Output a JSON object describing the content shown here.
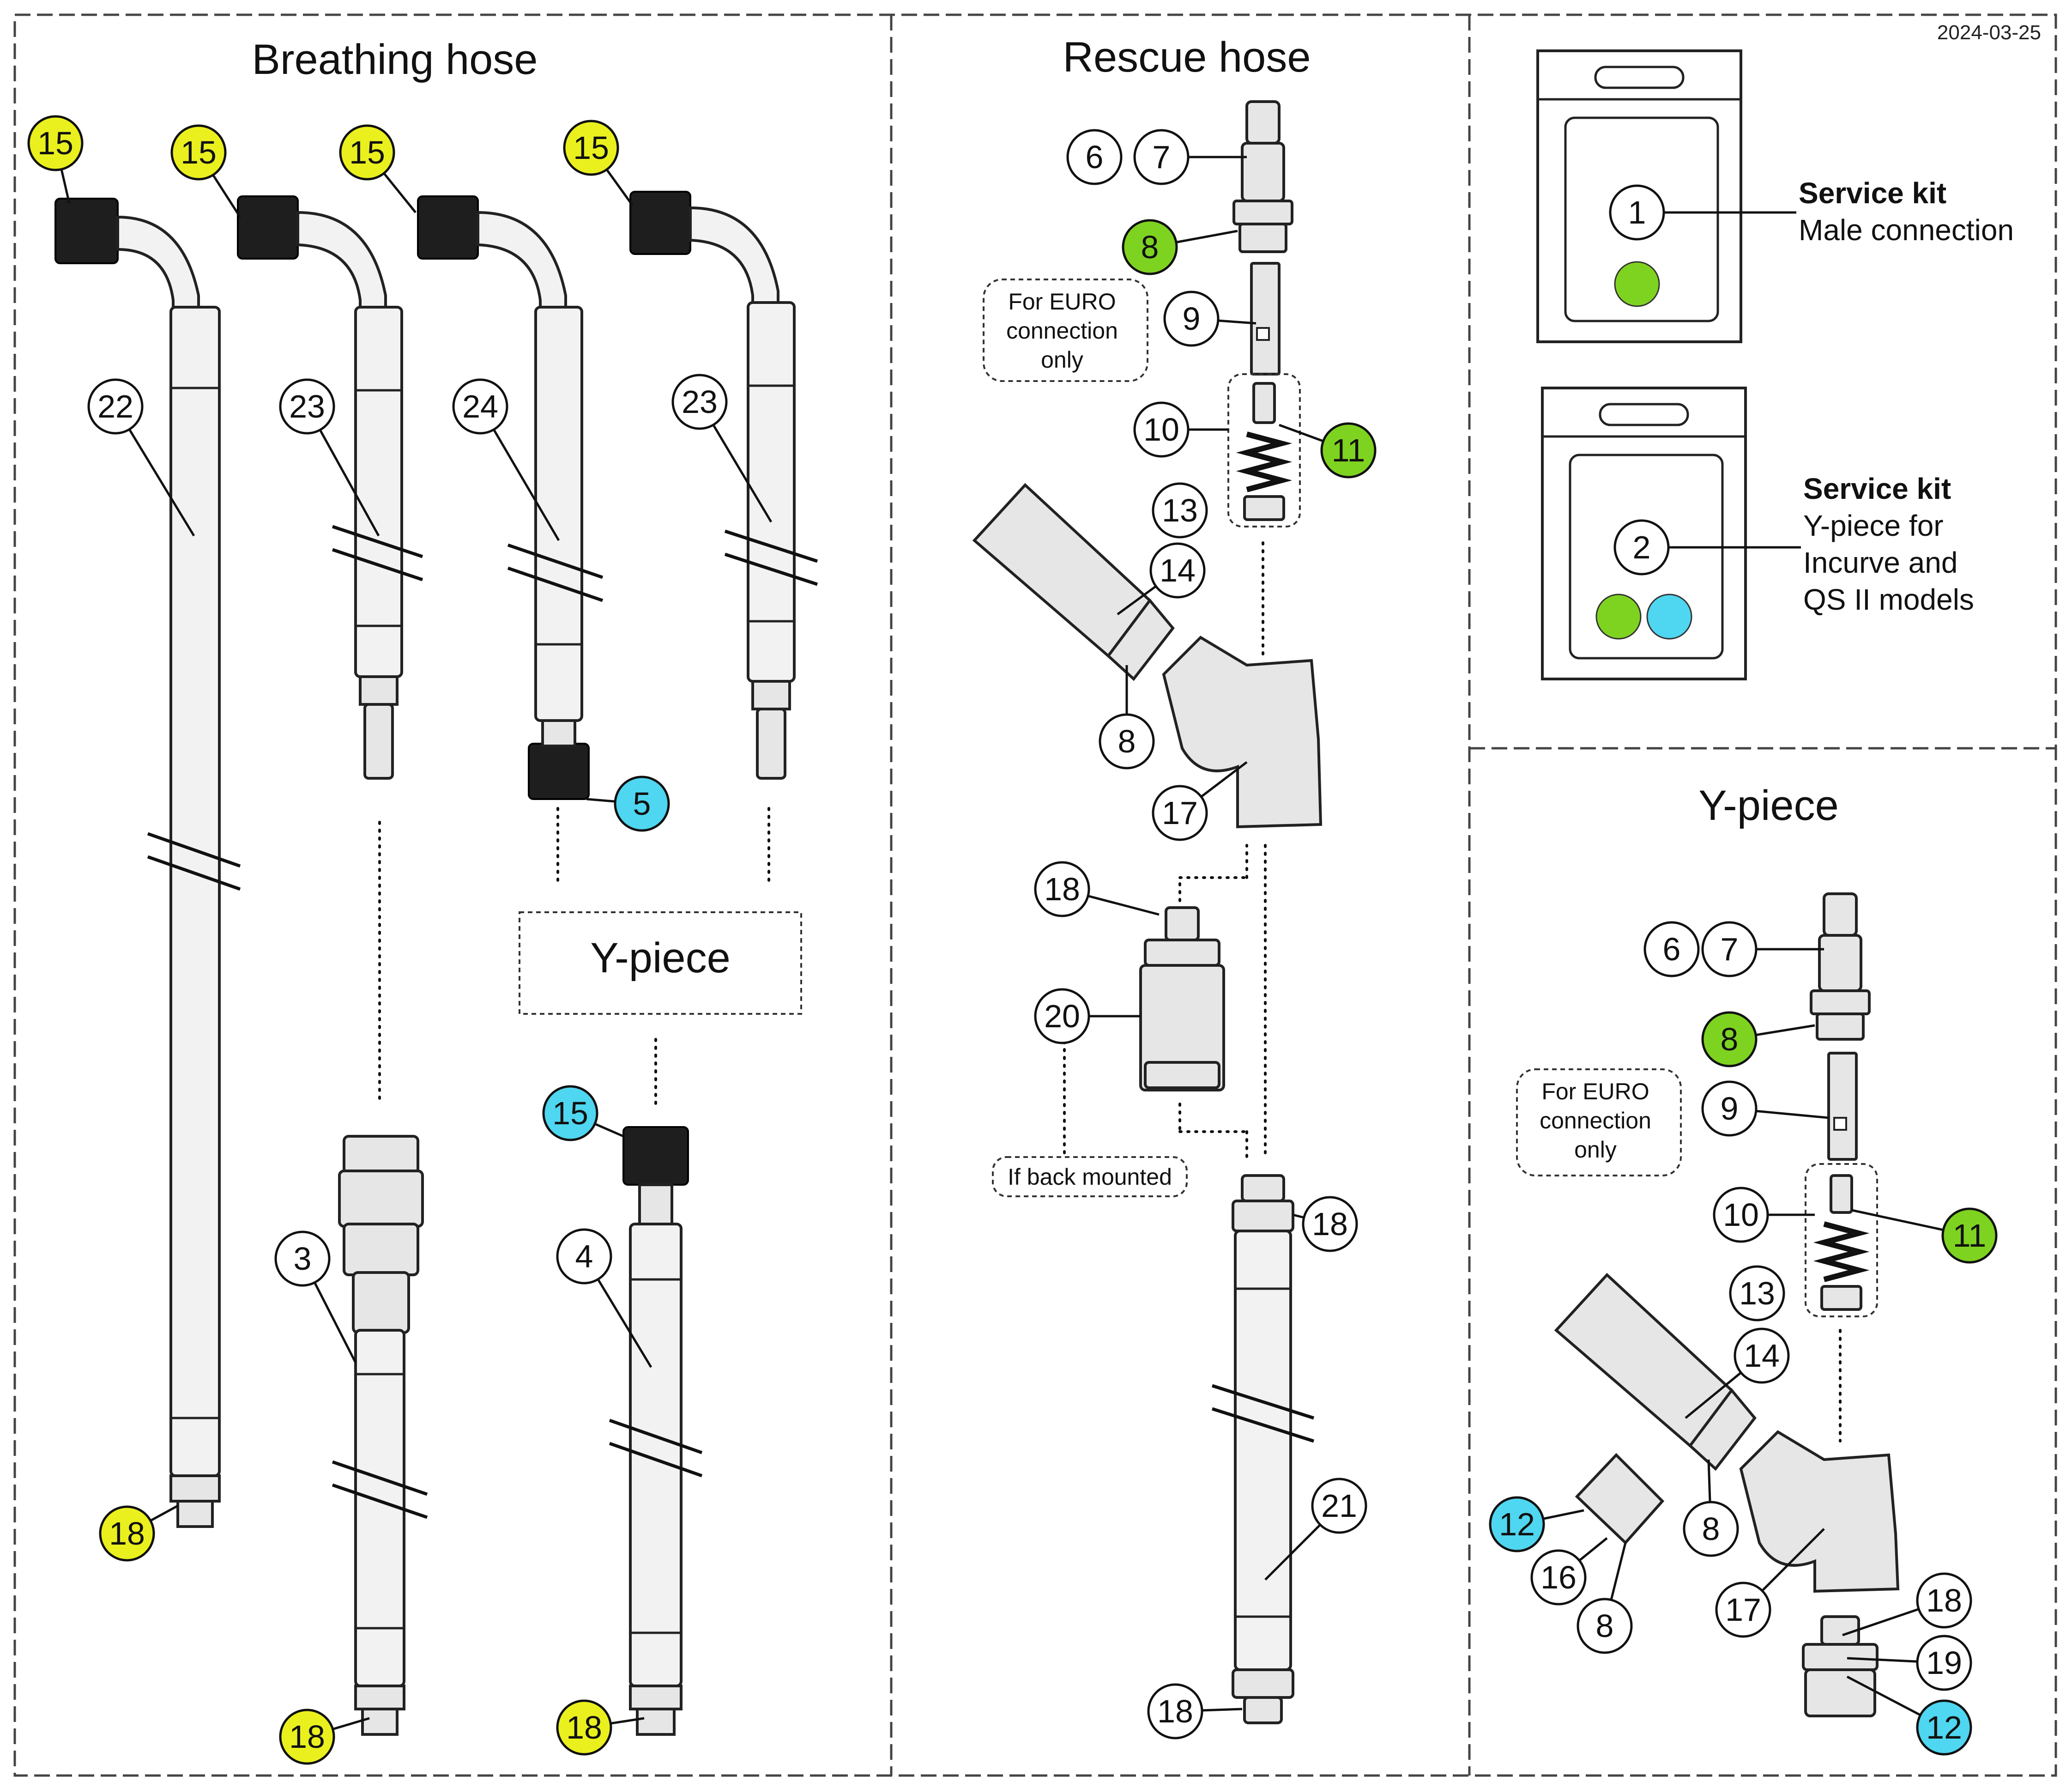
{
  "date": "2024-03-25",
  "titles": {
    "breathing_hose": "Breathing hose",
    "rescue_hose": "Rescue hose",
    "y_piece": "Y-piece"
  },
  "box_labels": {
    "y_piece": "Y-piece"
  },
  "notes": {
    "euro_1": "For EURO",
    "euro_2": "connection",
    "euro_3": "only",
    "back_mounted": "If back mounted"
  },
  "kits": [
    {
      "title": "Service kit",
      "lines": [
        "Male connection"
      ]
    },
    {
      "title": "Service kit",
      "lines": [
        "Y-piece for",
        "Incurve and",
        "QS II models"
      ]
    }
  ],
  "colors": {
    "yellow": "#eaf01e",
    "green": "#7ed321",
    "cyan": "#4fd6f0",
    "white": "#ffffff"
  },
  "callouts": [
    {
      "n": "15",
      "c": "yellow"
    },
    {
      "n": "15",
      "c": "yellow"
    },
    {
      "n": "15",
      "c": "yellow"
    },
    {
      "n": "15",
      "c": "yellow"
    },
    {
      "n": "22",
      "c": "white"
    },
    {
      "n": "23",
      "c": "white"
    },
    {
      "n": "24",
      "c": "white"
    },
    {
      "n": "23",
      "c": "white"
    },
    {
      "n": "5",
      "c": "cyan"
    },
    {
      "n": "3",
      "c": "white"
    },
    {
      "n": "15",
      "c": "cyan"
    },
    {
      "n": "4",
      "c": "white"
    },
    {
      "n": "18",
      "c": "yellow"
    },
    {
      "n": "18",
      "c": "yellow"
    },
    {
      "n": "18",
      "c": "yellow"
    },
    {
      "n": "6",
      "c": "white"
    },
    {
      "n": "7",
      "c": "white"
    },
    {
      "n": "8",
      "c": "green"
    },
    {
      "n": "9",
      "c": "white"
    },
    {
      "n": "10",
      "c": "white"
    },
    {
      "n": "11",
      "c": "green"
    },
    {
      "n": "13",
      "c": "white"
    },
    {
      "n": "14",
      "c": "white"
    },
    {
      "n": "8",
      "c": "white"
    },
    {
      "n": "17",
      "c": "white"
    },
    {
      "n": "18",
      "c": "white"
    },
    {
      "n": "20",
      "c": "white"
    },
    {
      "n": "18",
      "c": "white"
    },
    {
      "n": "21",
      "c": "white"
    },
    {
      "n": "18",
      "c": "white"
    },
    {
      "n": "1",
      "c": "white"
    },
    {
      "n": "2",
      "c": "white"
    },
    {
      "n": "6",
      "c": "white"
    },
    {
      "n": "7",
      "c": "white"
    },
    {
      "n": "8",
      "c": "green"
    },
    {
      "n": "9",
      "c": "white"
    },
    {
      "n": "10",
      "c": "white"
    },
    {
      "n": "11",
      "c": "green"
    },
    {
      "n": "13",
      "c": "white"
    },
    {
      "n": "14",
      "c": "white"
    },
    {
      "n": "12",
      "c": "cyan"
    },
    {
      "n": "8",
      "c": "white"
    },
    {
      "n": "16",
      "c": "white"
    },
    {
      "n": "8",
      "c": "white"
    },
    {
      "n": "17",
      "c": "white"
    },
    {
      "n": "18",
      "c": "white"
    },
    {
      "n": "19",
      "c": "white"
    },
    {
      "n": "12",
      "c": "cyan"
    }
  ]
}
